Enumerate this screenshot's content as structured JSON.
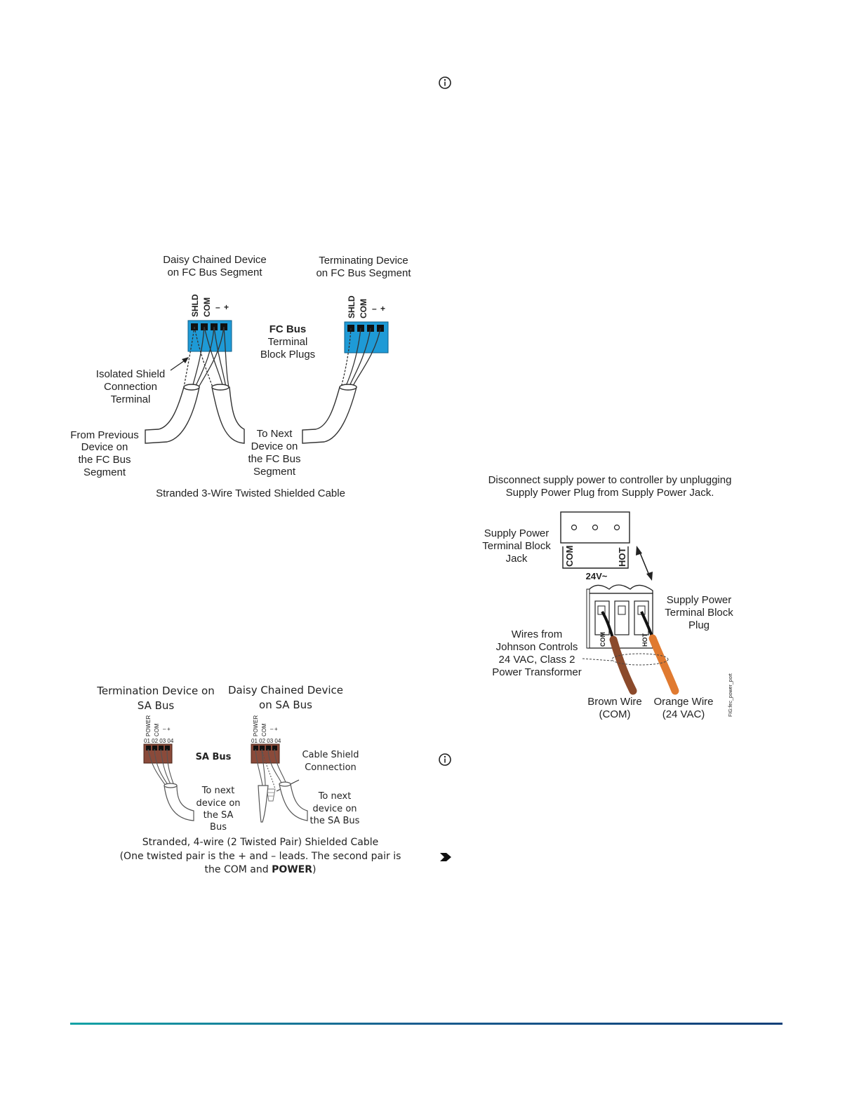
{
  "fc_diagram": {
    "daisy_title": [
      "Daisy Chained Device",
      "on FC Bus Segment"
    ],
    "term_title": [
      "Terminating Device",
      "on FC Bus Segment"
    ],
    "terminals": [
      "SHLD",
      "COM",
      "–",
      "+"
    ],
    "fc_bus_label": "FC Bus",
    "terminal_label": [
      "Terminal",
      "Block Plugs"
    ],
    "shield_label": [
      "Isolated Shield",
      "Connection",
      "Terminal"
    ],
    "from_prev": [
      "From Previous",
      "Device on",
      "the FC Bus",
      "Segment"
    ],
    "to_next": [
      "To Next",
      "Device on",
      "the FC Bus",
      "Segment"
    ],
    "caption": "Stranded 3-Wire Twisted Shielded Cable",
    "block_color": "#1e9ad6"
  },
  "sa_diagram": {
    "term_title": [
      "Termination Device on",
      "SA Bus"
    ],
    "daisy_title": [
      "Daisy Chained Device",
      "on SA Bus"
    ],
    "terminals": [
      "POWER",
      "COM",
      "–",
      "+"
    ],
    "numbers": "01 02 03 04",
    "sa_bus_label": "SA Bus",
    "shield_label": [
      "Cable Shield",
      "Connection"
    ],
    "to_next_left": [
      "To next",
      "device on",
      "the SA",
      "Bus"
    ],
    "to_next_right": [
      "To next",
      "device on",
      "the SA Bus"
    ],
    "caption": [
      "Stranded, 4-wire (2 Twisted Pair) Shielded Cable",
      "(One twisted pair is the + and – leads. The second pair is",
      "the COM and ",
      "POWER",
      ")"
    ],
    "block_color": "#8a4a3a"
  },
  "power_diagram": {
    "instruction": [
      "Disconnect supply power to controller by unplugging",
      "Supply Power Plug from Supply Power Jack."
    ],
    "jack_label": [
      "Supply Power",
      "Terminal Block",
      "Jack"
    ],
    "jack_terms": [
      "COM",
      "HOT"
    ],
    "voltage": "24V~",
    "plug_label": [
      "Supply Power",
      "Terminal Block",
      "Plug"
    ],
    "wires_label": [
      "Wires from",
      "Johnson Controls",
      "24 VAC, Class 2",
      "Power Transformer"
    ],
    "plug_terms": [
      "COM",
      "HOT"
    ],
    "brown_label": [
      "Brown Wire",
      "(COM)"
    ],
    "orange_label": [
      "Orange Wire",
      "(24 VAC)"
    ],
    "fig_id": "FIG:fec_power_port",
    "brown_color": "#8b4a2b",
    "orange_color": "#e07a30"
  }
}
